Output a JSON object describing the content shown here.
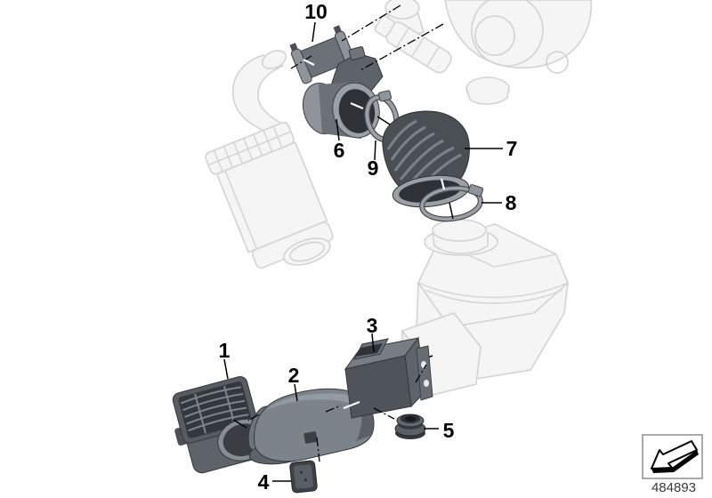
{
  "diagram": {
    "drawing_number": "484893",
    "callouts": [
      {
        "label": "1"
      },
      {
        "label": "2"
      },
      {
        "label": "3"
      },
      {
        "label": "4"
      },
      {
        "label": "5"
      },
      {
        "label": "6"
      },
      {
        "label": "7"
      },
      {
        "label": "8"
      },
      {
        "label": "9"
      },
      {
        "label": "10"
      }
    ]
  },
  "colors": {
    "partDeep": "#2e3236",
    "partDark": "#4a4f54",
    "partMid": "#6b7176",
    "partLight": "#8e9499",
    "partRing": "#9aa0a5",
    "ghostLine": "#d3d3d3",
    "ghostFill": "#f5f5f5",
    "lineColor": "#000000",
    "footerText": "#3a3a3a",
    "frameBorder": "#8f8f8f"
  }
}
